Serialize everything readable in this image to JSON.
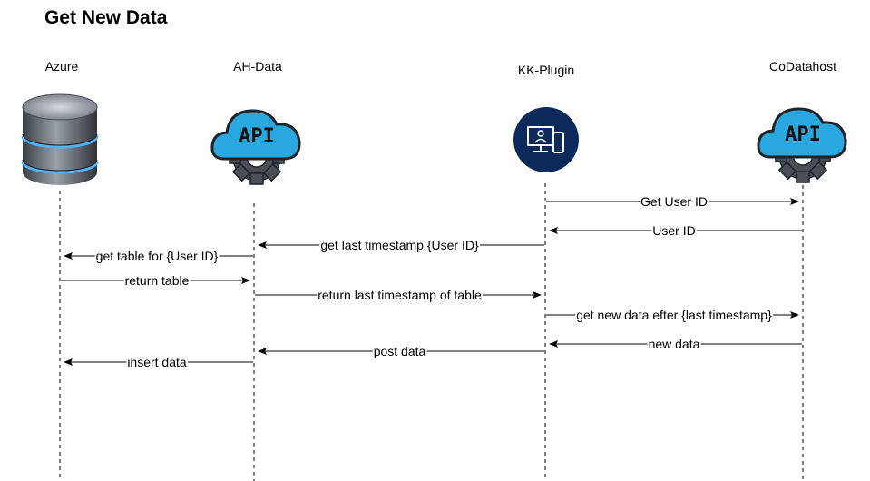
{
  "title": "Get New Data",
  "participants": [
    {
      "id": "azure",
      "label": "Azure",
      "icon": "database-icon"
    },
    {
      "id": "ahdata",
      "label": "AH-Data",
      "icon": "api-cloud-gear-icon"
    },
    {
      "id": "kkplugin",
      "label": "KK-Plugin",
      "icon": "devices-circle-icon"
    },
    {
      "id": "codatahost",
      "label": "CoDatahost",
      "icon": "api-cloud-gear-icon"
    }
  ],
  "api_icon_text": "API",
  "messages": [
    {
      "from": "kkplugin",
      "to": "codatahost",
      "label": "Get User ID"
    },
    {
      "from": "codatahost",
      "to": "kkplugin",
      "label": "User ID"
    },
    {
      "from": "kkplugin",
      "to": "ahdata",
      "label": "get last timestamp {User ID}"
    },
    {
      "from": "ahdata",
      "to": "azure",
      "label": "get table for {User ID}"
    },
    {
      "from": "azure",
      "to": "ahdata",
      "label": "return table"
    },
    {
      "from": "ahdata",
      "to": "kkplugin",
      "label": "return last timestamp of table"
    },
    {
      "from": "kkplugin",
      "to": "codatahost",
      "label": "get new data efter {last timestamp}"
    },
    {
      "from": "codatahost",
      "to": "kkplugin",
      "label": "new data"
    },
    {
      "from": "kkplugin",
      "to": "ahdata",
      "label": "post data"
    },
    {
      "from": "ahdata",
      "to": "azure",
      "label": "insert data"
    }
  ],
  "colors": {
    "line": "#000000",
    "api_cloud": "#29a8e0",
    "gear": "#4a4f57",
    "plugin_circle": "#0b2a5b",
    "db_top": "#7a8088",
    "db_glow": "#4fb3ff"
  }
}
